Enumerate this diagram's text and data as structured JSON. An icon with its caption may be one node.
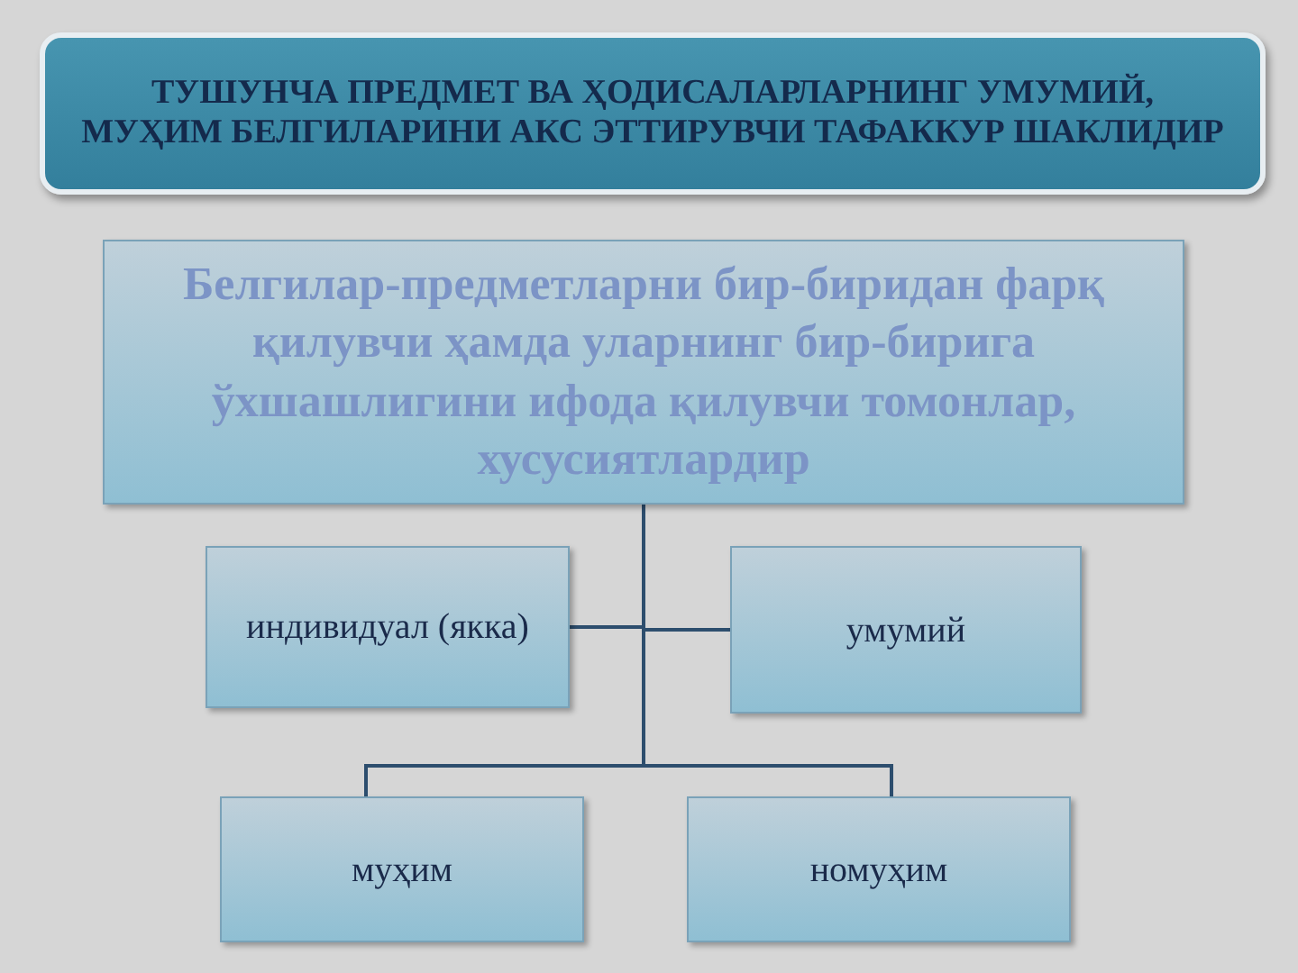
{
  "diagram": {
    "title": "ТУШУНЧА ПРЕДМЕТ ВА ҲОДИСАЛАРЛАРНИНГ УМУМИЙ, МУҲИМ БЕЛГИЛАРИНИ АКС ЭТТИРУВЧИ ТАФАККУР ШАКЛИДИР",
    "nodes": [
      {
        "text": [
          "Белгилар-предметларни бир-биридан фарқ қилувчи ҳамда уларнинг бир-бирига ўхшашлигини ифода қилувчи томонлар, хусусиятлардир"
        ]
      },
      {
        "text": [
          "индивидуал (якка)"
        ]
      },
      {
        "text": [
          "умумий"
        ]
      },
      {
        "text": [
          "муҳим"
        ]
      },
      {
        "text": [
          "номуҳим"
        ]
      }
    ],
    "edges": [
      {
        "from": 0,
        "to": 1,
        "arrow": "none"
      },
      {
        "from": 0,
        "to": 2,
        "arrow": "none"
      },
      {
        "from": 0,
        "to": 3,
        "arrow": "none"
      },
      {
        "from": 0,
        "to": 4,
        "arrow": "none"
      }
    ]
  }
}
